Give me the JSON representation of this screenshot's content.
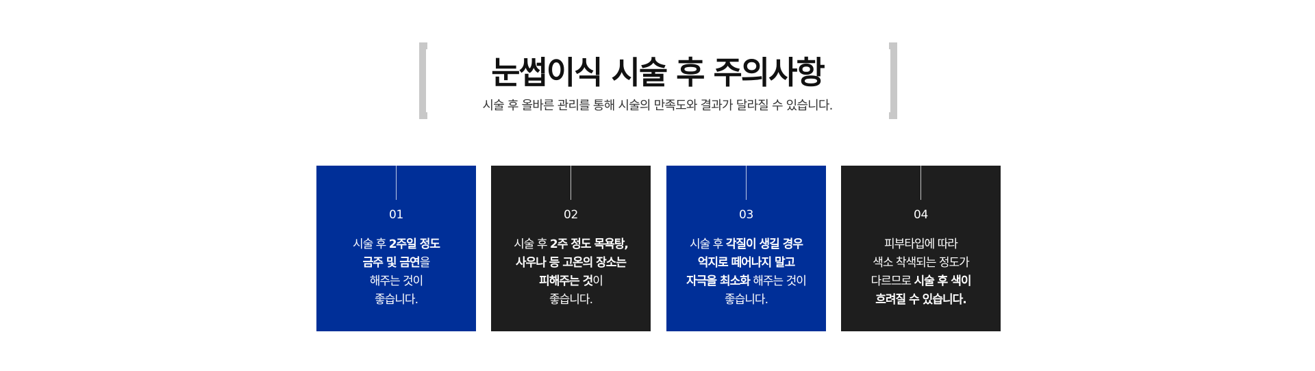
{
  "header": {
    "title": "눈썹이식 시술 후 주의사항",
    "subtitle": "시술 후 올바른 관리를 통해 시술의 만족도와 결과가 달라질 수 있습니다."
  },
  "colors": {
    "blue": "#002f98",
    "dark": "#1e1e1e",
    "bracket": "#c8c8c8"
  },
  "cards": [
    {
      "number": "01",
      "lines": [
        [
          {
            "t": "시술 후 ",
            "b": false
          },
          {
            "t": "2주일 정도",
            "b": true
          }
        ],
        [
          {
            "t": "금주 및 금연",
            "b": true
          },
          {
            "t": "을",
            "b": false
          }
        ],
        [
          {
            "t": "해주는 것이",
            "b": false
          }
        ],
        [
          {
            "t": "좋습니다.",
            "b": false
          }
        ]
      ]
    },
    {
      "number": "02",
      "lines": [
        [
          {
            "t": "시술 후 ",
            "b": false
          },
          {
            "t": "2주 정도 목욕탕,",
            "b": true
          }
        ],
        [
          {
            "t": "사우나 등 고온의 장소는",
            "b": true
          }
        ],
        [
          {
            "t": "피해주는 것",
            "b": true
          },
          {
            "t": "이",
            "b": false
          }
        ],
        [
          {
            "t": "좋습니다.",
            "b": false
          }
        ]
      ]
    },
    {
      "number": "03",
      "lines": [
        [
          {
            "t": "시술 후 ",
            "b": false
          },
          {
            "t": "각질이 생길 경우",
            "b": true
          }
        ],
        [
          {
            "t": "억지로 떼어나지 말고",
            "b": true
          }
        ],
        [
          {
            "t": "자극을 최소화",
            "b": true
          },
          {
            "t": " 해주는 것이",
            "b": false
          }
        ],
        [
          {
            "t": "좋습니다.",
            "b": false
          }
        ]
      ]
    },
    {
      "number": "04",
      "lines": [
        [
          {
            "t": "피부타입에 따라",
            "b": false
          }
        ],
        [
          {
            "t": "색소 착색되는 정도가",
            "b": false
          }
        ],
        [
          {
            "t": "다르므로 ",
            "b": false
          },
          {
            "t": "시술 후 색이",
            "b": true
          }
        ],
        [
          {
            "t": "흐려질 수 있습니다.",
            "b": true
          }
        ]
      ]
    }
  ]
}
